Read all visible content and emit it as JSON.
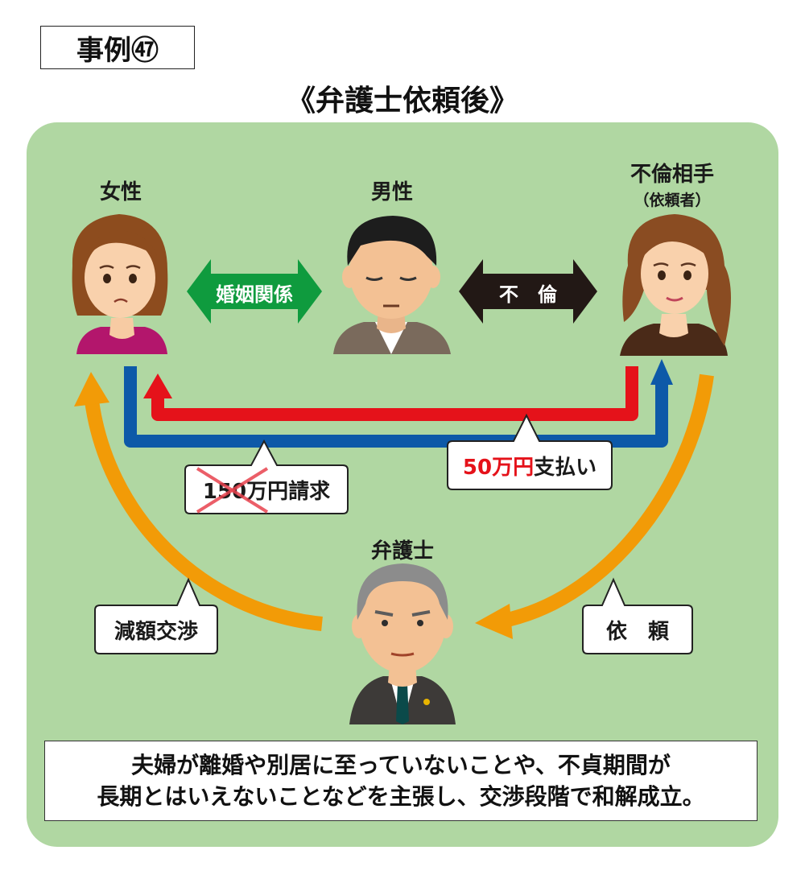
{
  "case_label": "事例㊼",
  "title": "《弁護士依頼後》",
  "people": {
    "woman": {
      "label": "女性"
    },
    "man": {
      "label": "男性"
    },
    "affair_partner": {
      "label": "不倫相手",
      "sub": "（依頼者）"
    },
    "lawyer": {
      "label": "弁護士"
    }
  },
  "relations": {
    "marriage": "婚姻関係",
    "affair": "不　倫"
  },
  "callouts": {
    "claim": "150万円請求",
    "payment_amount": "50万円",
    "payment_suffix": "支払い",
    "negotiation": "減額交渉",
    "request": "依　頼"
  },
  "summary": {
    "line1": "夫婦が離婚や別居に至っていないことや、不貞期間が",
    "line2": "長期とはいえないことなどを主張し、交渉段階で和解成立。"
  },
  "colors": {
    "panel": "#b0d7a2",
    "marriage_arrow": "#0f9b3e",
    "affair_arrow": "#221815",
    "payment_arrow": "#e5121a",
    "claim_arrow": "#0d59a8",
    "lawyer_arrow": "#f29b07",
    "cross": "#e8434e"
  }
}
